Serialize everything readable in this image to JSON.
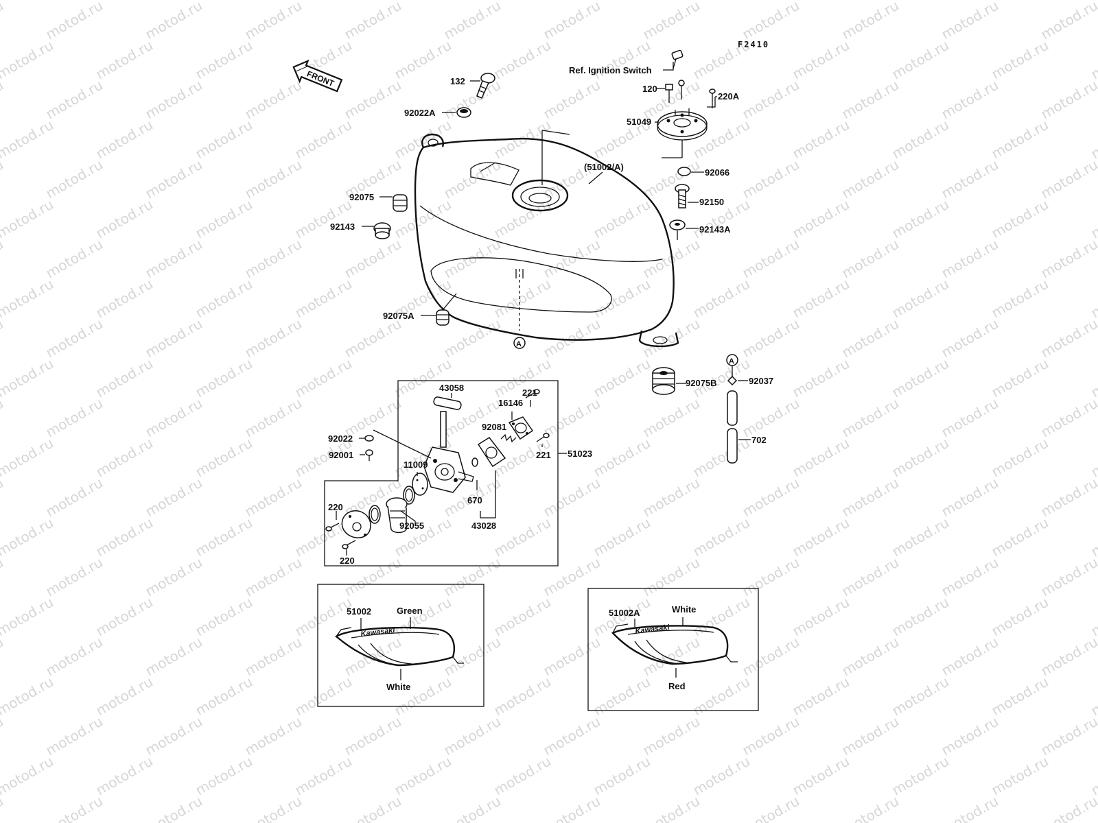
{
  "watermark": "motod.ru",
  "figure_code": "F2410",
  "front_label": "FRONT",
  "ref_ignition": "Ref. Ignition Switch",
  "ref_marker": "A",
  "parts": {
    "p132": "132",
    "p92022A": "92022A",
    "p92075": "92075",
    "p92143": "92143",
    "p92075A": "92075A",
    "p51002A_ref": "(51002/A)",
    "p120": "120",
    "p220A": "220A",
    "p51049": "51049",
    "p92066": "92066",
    "p92150": "92150",
    "p92143A": "92143A",
    "p92075B": "92075B",
    "p92037": "92037",
    "p702": "702",
    "p43058": "43058",
    "p221a": "221",
    "p16146": "16146",
    "p92081": "92081",
    "p92022": "92022",
    "p92001": "92001",
    "p11009": "11009",
    "p221b": "221",
    "p51023": "51023",
    "p670": "670",
    "p43028": "43028",
    "p220a": "220",
    "p92055": "92055",
    "p220b": "220"
  },
  "variant_left": {
    "part": "51002",
    "stripe": "Green",
    "body": "White",
    "brand": "Kawasaki"
  },
  "variant_right": {
    "part": "51002A",
    "stripe": "White",
    "body": "Red",
    "brand": "Kawasaki"
  }
}
